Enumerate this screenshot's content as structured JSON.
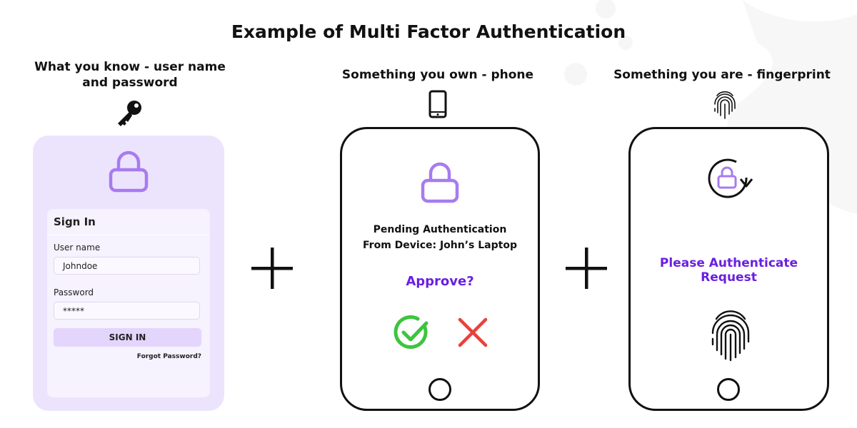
{
  "title": "Example of Multi Factor Authentication",
  "columns": {
    "know": {
      "heading_line1": "What you know - user name",
      "heading_line2": "and password",
      "icon": "key-icon"
    },
    "own": {
      "heading": "Something you own - phone",
      "icon": "phone-icon"
    },
    "are": {
      "heading": "Something you are - fingerprint",
      "icon": "fingerprint-icon"
    }
  },
  "signin": {
    "title": "Sign In",
    "username_label": "User name",
    "username_value": "Johndoe",
    "password_label": "Password",
    "password_value": "*****",
    "button": "SIGN IN",
    "forgot": "Forgot Password?"
  },
  "phone_own": {
    "line1": "Pending Authentication",
    "line2": "From Device: John’s Laptop",
    "question": "Approve?"
  },
  "phone_are": {
    "prompt": "Please Authenticate Request"
  },
  "colors": {
    "accent": "#6a1fe0",
    "lock": "#a77bf0",
    "card": "#ece4fd",
    "approve": "#3cc53c",
    "reject": "#e8413b"
  }
}
